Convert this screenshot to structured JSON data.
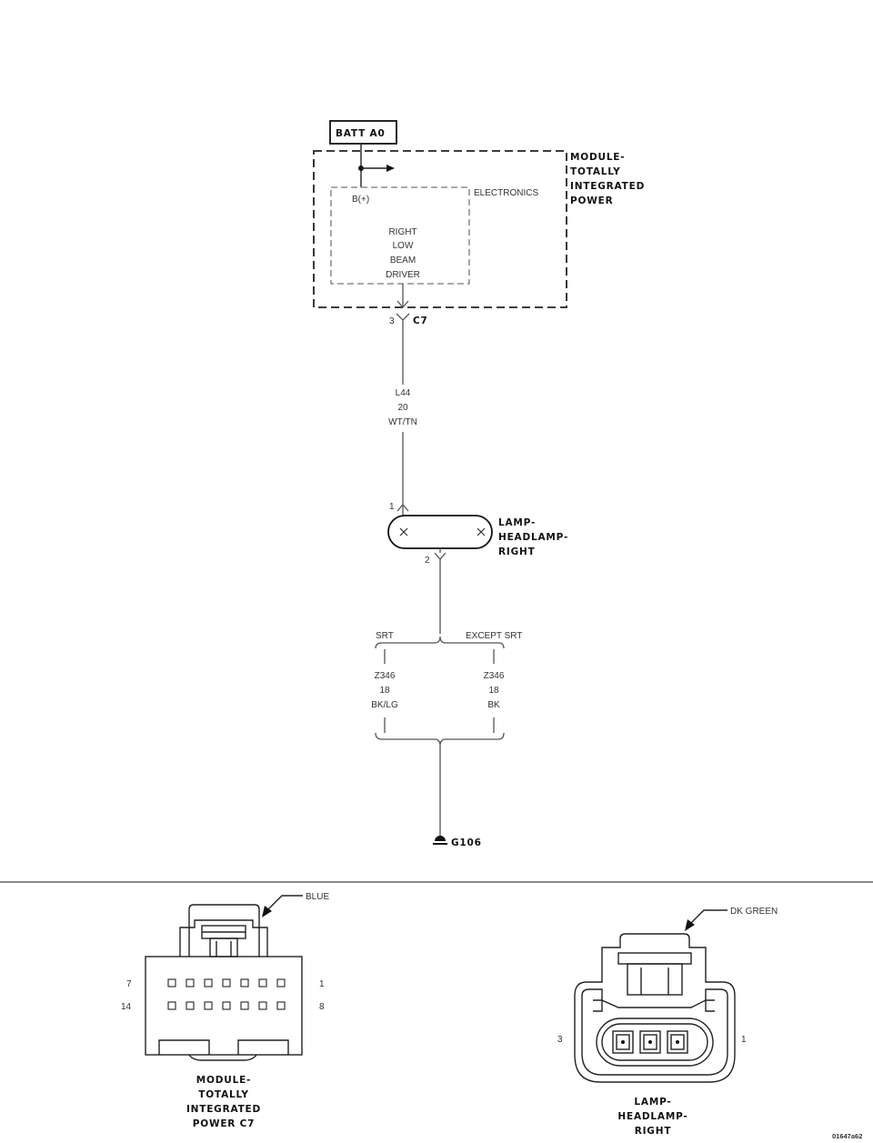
{
  "schematic": {
    "batt_label": "BATT A0",
    "module_title": [
      "MODULE-",
      "TOTALLY",
      "INTEGRATED",
      "POWER"
    ],
    "electronics_label": "ELECTRONICS",
    "b_plus_label": "B(+)",
    "driver_label": [
      "RIGHT",
      "LOW",
      "BEAM",
      "DRIVER"
    ],
    "c7_pin": "3",
    "c7_label": "C7",
    "wire_main": [
      "L44",
      "20",
      "WT/TN"
    ],
    "lamp_pin_in": "1",
    "lamp_pin_out": "2",
    "lamp_label": [
      "LAMP-",
      "HEADLAMP-",
      "RIGHT"
    ],
    "srt_label": "SRT",
    "except_srt_label": "EXCEPT SRT",
    "wire_srt": [
      "Z346",
      "18",
      "BK/LG"
    ],
    "wire_except": [
      "Z346",
      "18",
      "BK"
    ],
    "ground_label": "G106"
  },
  "connector_c7": {
    "color_label": "BLUE",
    "pin_left_top": "7",
    "pin_left_bottom": "14",
    "pin_right_top": "1",
    "pin_right_bottom": "8",
    "title": [
      "MODULE-",
      "TOTALLY",
      "INTEGRATED",
      "POWER C7"
    ]
  },
  "connector_lamp": {
    "color_label": "DK GREEN",
    "pin_left": "3",
    "pin_right": "1",
    "title": [
      "LAMP-",
      "HEADLAMP-",
      "RIGHT"
    ]
  },
  "figure_id": "01647a62"
}
